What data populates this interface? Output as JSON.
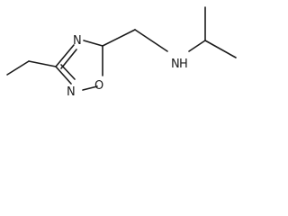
{
  "molecule": {
    "atoms": {
      "ring_n_top": "N",
      "ring_n_bottom": "N",
      "ring_o": "O",
      "amine_n": "N",
      "amine_h": "H"
    }
  }
}
